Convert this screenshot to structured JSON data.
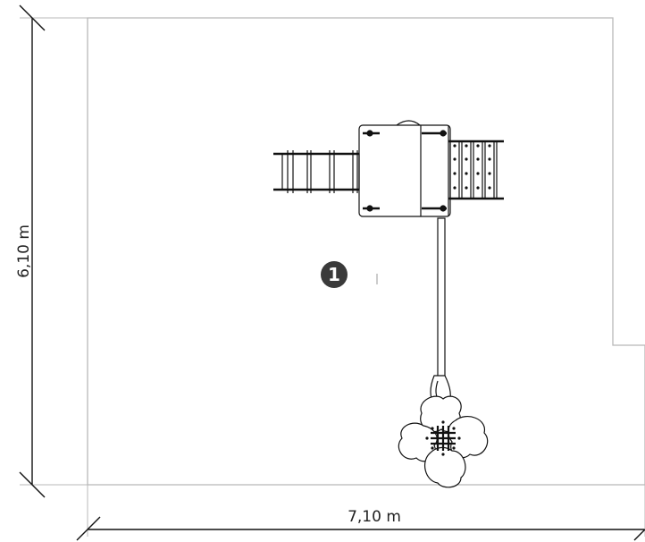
{
  "dimensions": {
    "width_label": "7,10 m",
    "height_label": "6,10 m"
  },
  "marker": {
    "number": "1"
  },
  "colors": {
    "outline": "#b8b8b8",
    "dimension_line": "#111111",
    "equipment": "#111111",
    "marker_fill": "#3a3a3a"
  }
}
